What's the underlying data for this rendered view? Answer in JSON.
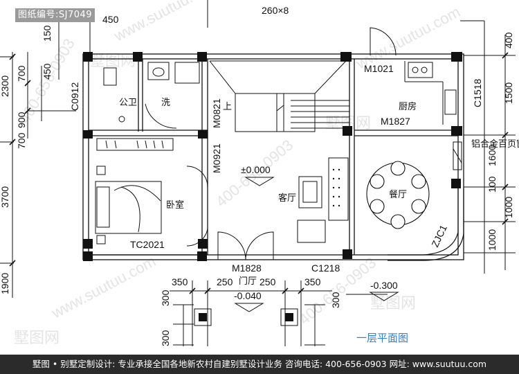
{
  "header": {
    "drawing_id": "图纸编号:SJ7049"
  },
  "dims_top": {
    "d450": "450",
    "d260": "260×8"
  },
  "dims_left": {
    "d150": "150",
    "d450b": "450",
    "d2300": "2300",
    "d900": "900",
    "d700a": "700",
    "d700b": "700",
    "d3700": "3700",
    "d1900": "1900"
  },
  "dims_right": {
    "d400": "400",
    "d1500": "1500",
    "d1600": "1600",
    "d100a": "100",
    "d1000a": "1000",
    "d1000b": "1000"
  },
  "dims_bottom": {
    "d350a": "350",
    "d250a": "250",
    "d250b": "250",
    "d350b": "350",
    "d300a": "300",
    "d300b": "300",
    "d300c": "300"
  },
  "doors": {
    "c0912": "C0912",
    "m1021": "M1021",
    "c1518": "C1518",
    "m0821": "M0821",
    "m1827": "M1827",
    "m0921": "M0921",
    "tc2021": "TC2021",
    "m1828": "M1828",
    "c1218": "C1218",
    "zjc1": "ZJC1"
  },
  "rooms": {
    "bath": "公卫",
    "wash": "洗",
    "kitchen": "厨房",
    "living": "客厅",
    "dining": "餐厅",
    "bedroom": "卧室",
    "foyer": "门厅",
    "up": "上"
  },
  "levels": {
    "main": "±0.000",
    "foyer": "-0.040",
    "yard": "-0.300"
  },
  "notes": {
    "window_note": "铝合金百页窗"
  },
  "plan_title": "一层平面图",
  "watermarks": {
    "site": "www.suutuu.com",
    "phone": "400-656-0903",
    "brand": "墅图网"
  },
  "footer": "墅图 • 别墅定制设计: 专业承接全国各地新农村自建别墅设计业务   咨询电话: 400-656-0903   网址: www.suutuu.com"
}
